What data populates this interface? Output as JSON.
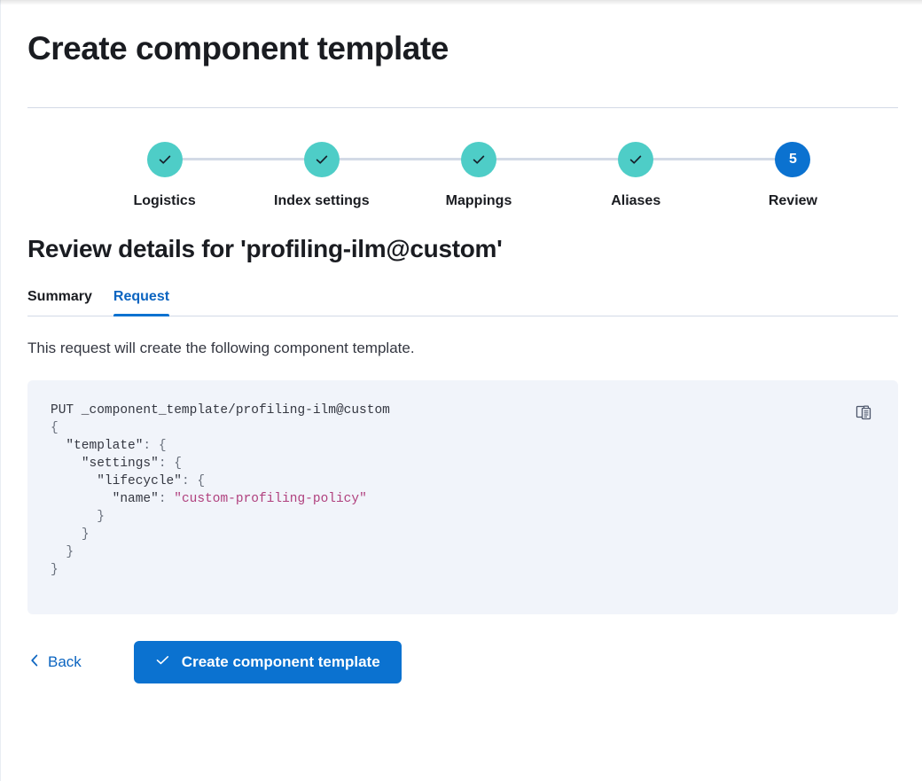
{
  "page": {
    "title": "Create component template"
  },
  "stepper": {
    "steps": [
      {
        "label": "Logistics",
        "state": "complete",
        "marker": "check"
      },
      {
        "label": "Index settings",
        "state": "complete",
        "marker": "check"
      },
      {
        "label": "Mappings",
        "state": "complete",
        "marker": "check"
      },
      {
        "label": "Aliases",
        "state": "complete",
        "marker": "check"
      },
      {
        "label": "Review",
        "state": "current",
        "marker": "5"
      }
    ],
    "complete_color": "#4ecdc7",
    "current_color": "#0b72d0",
    "connector_color": "#d3dae6"
  },
  "review": {
    "heading": "Review details for 'profiling-ilm@custom'",
    "tabs": [
      {
        "label": "Summary",
        "active": false
      },
      {
        "label": "Request",
        "active": true
      }
    ],
    "description": "This request will create the following component template."
  },
  "request": {
    "copy_icon": "clipboard-copy-icon",
    "method_line": "PUT _component_template/profiling-ilm@custom",
    "lines": [
      {
        "indent": 0,
        "text": "{"
      },
      {
        "indent": 1,
        "key": "\"template\"",
        "after": ": {"
      },
      {
        "indent": 2,
        "key": "\"settings\"",
        "after": ": {"
      },
      {
        "indent": 3,
        "key": "\"lifecycle\"",
        "after": ": {"
      },
      {
        "indent": 4,
        "key": "\"name\"",
        "after": ": ",
        "value": "\"custom-profiling-policy\""
      },
      {
        "indent": 3,
        "text": "}"
      },
      {
        "indent": 2,
        "text": "}"
      },
      {
        "indent": 1,
        "text": "}"
      },
      {
        "indent": 0,
        "text": "}"
      }
    ],
    "full_text": "PUT _component_template/profiling-ilm@custom\n{\n  \"template\": {\n    \"settings\": {\n      \"lifecycle\": {\n        \"name\": \"custom-profiling-policy\"\n      }\n    }\n  }\n}",
    "string_color": "#b0407e",
    "background": "#f1f4fa"
  },
  "actions": {
    "back_label": "Back",
    "back_icon": "chevron-left-icon",
    "submit_label": "Create component template",
    "submit_icon": "check-icon",
    "submit_color": "#0b72d0"
  }
}
